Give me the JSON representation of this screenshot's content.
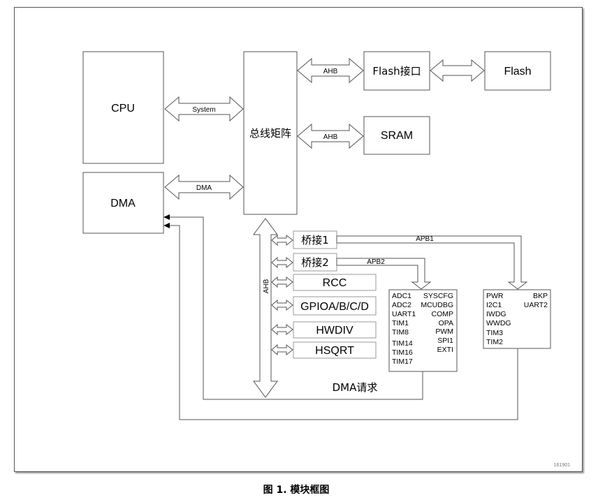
{
  "blocks": {
    "cpu": "CPU",
    "dma": "DMA",
    "bus_matrix": "总线矩阵",
    "flash_interface": "Flash接口",
    "flash": "Flash",
    "sram": "SRAM",
    "bridge1": "桥接1",
    "bridge2": "桥接2",
    "rcc": "RCC",
    "gpio": "GPIOA/B/C/D",
    "hwdiv": "HWDIV",
    "hsqrt": "HSQRT"
  },
  "buses": {
    "system": "System",
    "dma": "DMA",
    "ahb_flash": "AHB",
    "ahb_sram": "AHB",
    "ahb_vertical": "AHB",
    "apb1": "APB1",
    "apb2": "APB2"
  },
  "apb2_peripherals": {
    "left": [
      "ADC1",
      "ADC2",
      "UART1",
      "TIM1",
      "TIM8",
      "TIM14",
      "TIM16",
      "TIM17"
    ],
    "right": [
      "SYSCFG",
      "MCUDBG",
      "COMP",
      "OPA",
      "PWM",
      "SPI1",
      "EXTI"
    ]
  },
  "apb1_peripherals": {
    "left": [
      "PWR",
      "I2C1",
      "IWDG",
      "WWDG",
      "TIM3",
      "TIM2"
    ],
    "right": [
      "BKP",
      "UART2"
    ]
  },
  "dma_request": "DMA请求",
  "figure_id": "161901",
  "caption": "图 1. 模块框图"
}
